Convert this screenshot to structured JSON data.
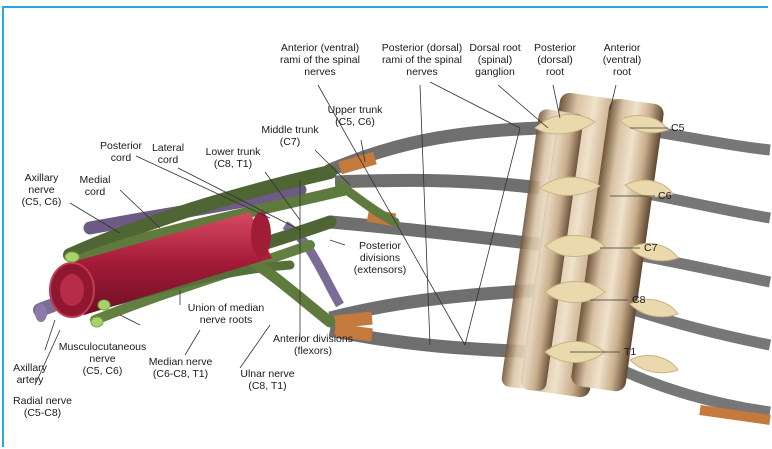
{
  "figure": {
    "accent_color": "#2aa7dc",
    "nerve_color": "#5a6b3a",
    "artery_color": "#b2233f",
    "vein_color": "#6d5b86",
    "spine_color": "#d8c2a6",
    "root_color": "#e8d7a8"
  },
  "labels": {
    "anterior_rami": "Anterior (ventral)\nrami of the spinal\nnerves",
    "posterior_rami": "Posterior (dorsal)\nrami of the spinal\nnerves",
    "dorsal_root_ganglion": "Dorsal root\n(spinal)\nganglion",
    "posterior_root": "Posterior\n(dorsal)\nroot",
    "anterior_root": "Anterior\n(ventral)\nroot",
    "upper_trunk": "Upper trunk\n(C5, C6)",
    "middle_trunk": "Middle trunk\n(C7)",
    "lower_trunk": "Lower trunk\n(C8, T1)",
    "lateral_cord": "Lateral\ncord",
    "posterior_cord": "Posterior\ncord",
    "medial_cord": "Medial\ncord",
    "axillary_nerve": "Axillary\nnerve\n(C5, C6)",
    "posterior_divisions": "Posterior\ndivisions\n(extensors)",
    "anterior_divisions": "Anterior divisions\n(flexors)",
    "union_median": "Union of median\nnerve roots",
    "musculocutaneous": "Musculocutaneous\nnerve\n(C5, C6)",
    "median_nerve": "Median nerve\n(C6-C8, T1)",
    "ulnar_nerve": "Ulnar nerve\n(C8, T1)",
    "axillary_artery": "Axillary\nartery",
    "radial_nerve": "Radial nerve\n(C5-C8)",
    "c5": "C5",
    "c6": "C6",
    "c7": "C7",
    "c8": "C8",
    "t1": "T1"
  }
}
